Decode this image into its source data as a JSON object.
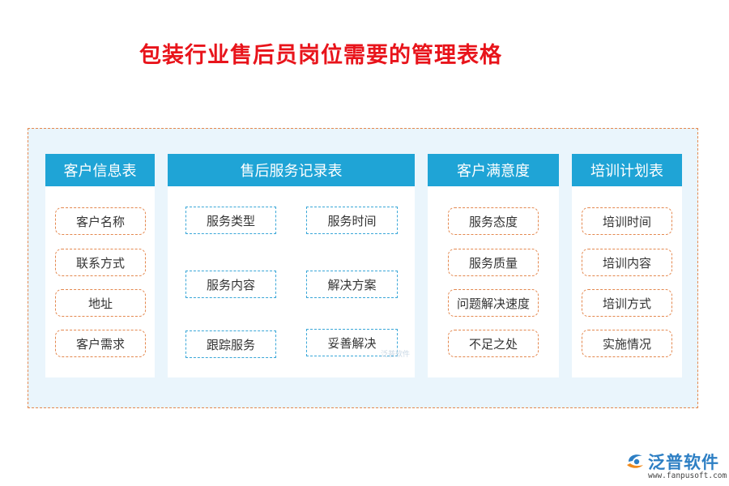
{
  "title": "包装行业售后员岗位需要的管理表格",
  "panels": [
    {
      "heading": "客户信息表",
      "items": [
        "客户名称",
        "联系方式",
        "地址",
        "客户需求"
      ]
    },
    {
      "heading": "售后服务记录表",
      "items": [
        "服务类型",
        "服务时间",
        "服务内容",
        "解决方案",
        "跟踪服务",
        "妥善解决"
      ]
    },
    {
      "heading": "客户满意度",
      "items": [
        "服务态度",
        "服务质量",
        "问题解决速度",
        "不足之处"
      ]
    },
    {
      "heading": "培训计划表",
      "items": [
        "培训时间",
        "培训内容",
        "培训方式",
        "实施情况"
      ]
    }
  ],
  "brand": {
    "name": "泛普软件",
    "url": "www.fanpusoft.com",
    "watermark": "泛普软件"
  },
  "colors": {
    "title": "#e8141b",
    "header": "#1fa4d6",
    "frame_border": "#e4884f",
    "frame_bg": "#eaf5fc",
    "box_orange": "#e4884f",
    "box_blue": "#3aa7d8",
    "brand": "#2d7fc4"
  }
}
